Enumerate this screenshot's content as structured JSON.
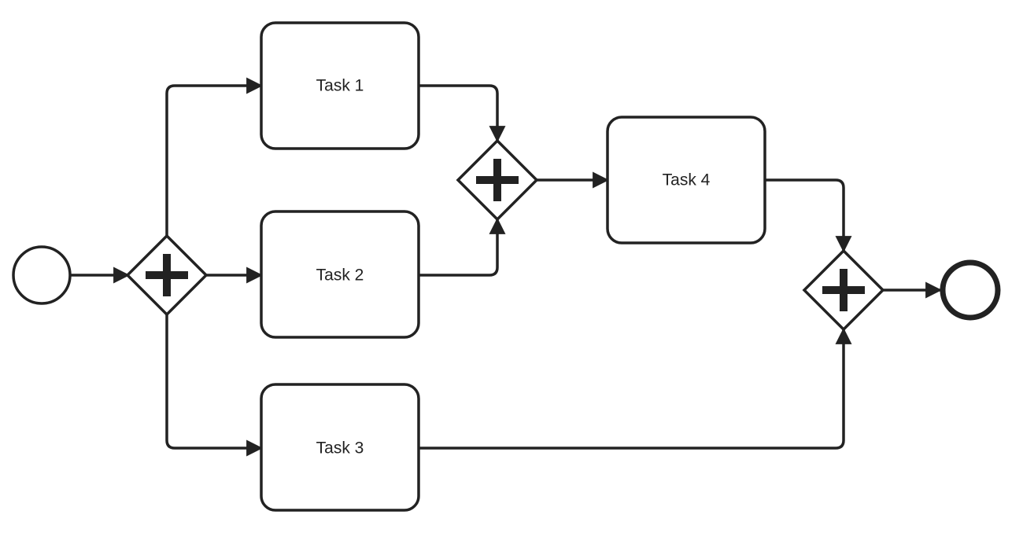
{
  "diagram": {
    "type": "bpmn-process",
    "stroke_color": "#222222",
    "background": "#ffffff",
    "tasks": [
      {
        "id": "task-1",
        "label": "Task 1"
      },
      {
        "id": "task-2",
        "label": "Task 2"
      },
      {
        "id": "task-3",
        "label": "Task 3"
      },
      {
        "id": "task-4",
        "label": "Task 4"
      }
    ],
    "gateways": [
      {
        "id": "fork-gateway",
        "kind": "parallel"
      },
      {
        "id": "join-gateway-1",
        "kind": "parallel"
      },
      {
        "id": "join-gateway-2",
        "kind": "parallel"
      }
    ],
    "events": [
      {
        "id": "start-event",
        "kind": "start"
      },
      {
        "id": "end-event",
        "kind": "end"
      }
    ],
    "flows": [
      {
        "from": "start-event",
        "to": "fork-gateway"
      },
      {
        "from": "fork-gateway",
        "to": "task-1"
      },
      {
        "from": "fork-gateway",
        "to": "task-2"
      },
      {
        "from": "fork-gateway",
        "to": "task-3"
      },
      {
        "from": "task-1",
        "to": "join-gateway-1"
      },
      {
        "from": "task-2",
        "to": "join-gateway-1"
      },
      {
        "from": "join-gateway-1",
        "to": "task-4"
      },
      {
        "from": "task-4",
        "to": "join-gateway-2"
      },
      {
        "from": "task-3",
        "to": "join-gateway-2"
      },
      {
        "from": "join-gateway-2",
        "to": "end-event"
      }
    ]
  }
}
